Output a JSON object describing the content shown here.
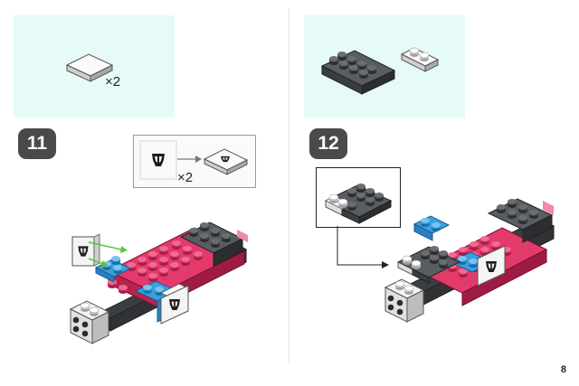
{
  "steps": {
    "step_a": {
      "number": "11"
    },
    "step_b": {
      "number": "12"
    }
  },
  "parts": {
    "left_qty": "×2",
    "callout_qty": "×2"
  },
  "page": {
    "number": "8"
  },
  "colors": {
    "dark_gray": "#4d5054",
    "pink": "#e23a6a",
    "blue": "#3aa0e0",
    "white": "#f4f4f4",
    "parts_bg": "#e6fbf8",
    "arrow_green": "#5ac53a"
  }
}
